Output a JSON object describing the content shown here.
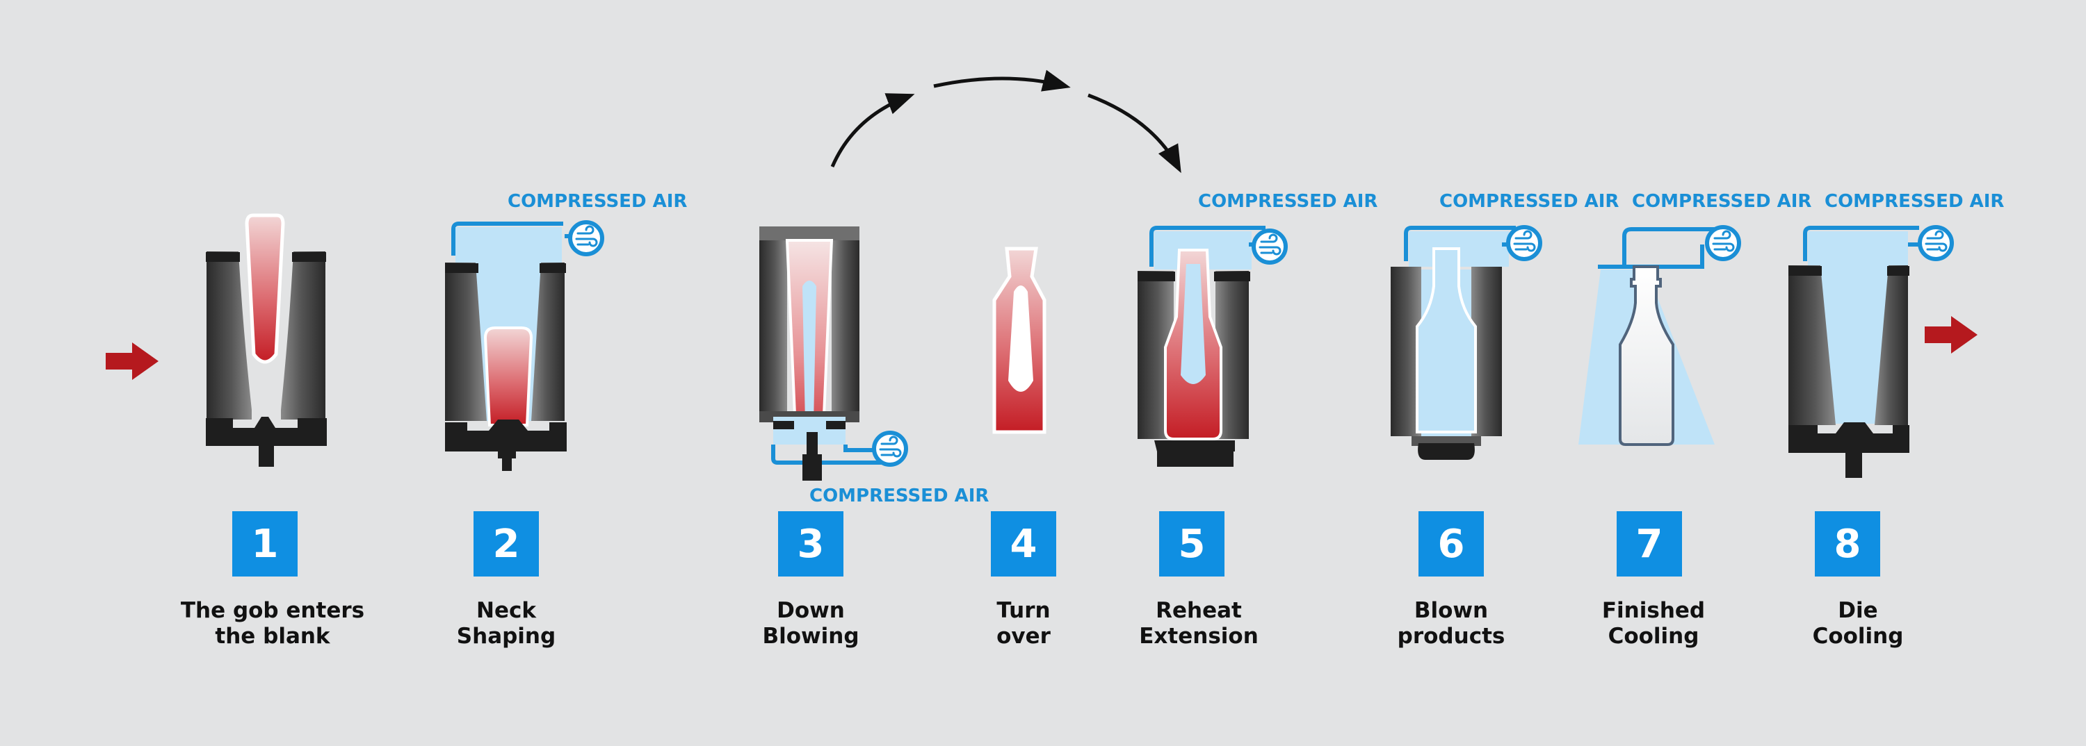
{
  "air_label": "COMPRESSED AIR",
  "colors": {
    "accent": "#0f8fe2",
    "air_fill": "#bfe3f8",
    "hot_glass": "#c9242b",
    "mold_dark": "#1e1e1e",
    "arrow_red": "#b5191e"
  },
  "icons": [
    "flow-arrow-in-icon",
    "flow-arrow-out-icon",
    "turn-over-arrow-icon",
    "air-blower-icon"
  ],
  "steps": [
    {
      "number": "1",
      "line1": "The gob enters",
      "line2": "the blank"
    },
    {
      "number": "2",
      "line1": "Neck",
      "line2": "Shaping"
    },
    {
      "number": "3",
      "line1": "Down",
      "line2": "Blowing"
    },
    {
      "number": "4",
      "line1": "Turn",
      "line2": "over"
    },
    {
      "number": "5",
      "line1": "Reheat",
      "line2": "Extension"
    },
    {
      "number": "6",
      "line1": "Blown",
      "line2": "products"
    },
    {
      "number": "7",
      "line1": "Finished",
      "line2": "Cooling"
    },
    {
      "number": "8",
      "line1": "Die",
      "line2": "Cooling"
    }
  ]
}
